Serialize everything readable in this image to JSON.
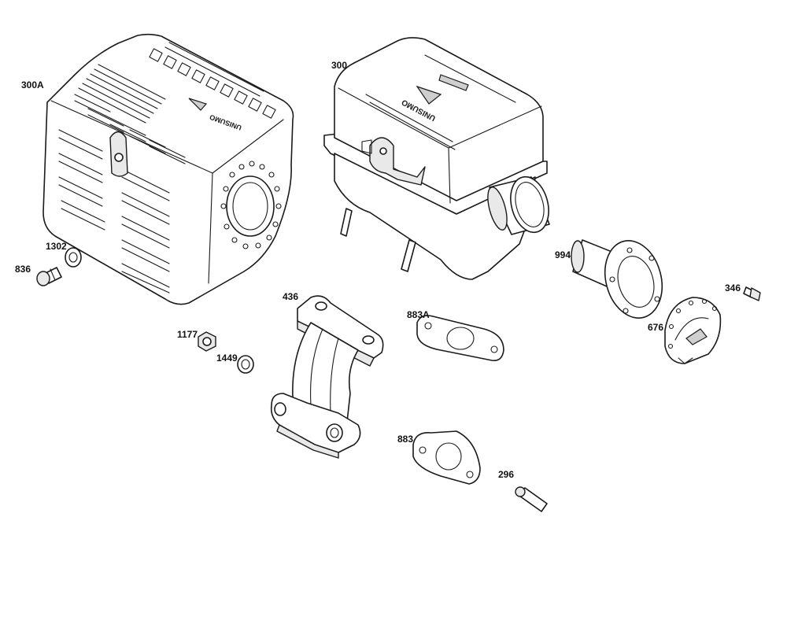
{
  "callouts": {
    "c300A": "300A",
    "c300": "300",
    "c1302": "1302",
    "c836": "836",
    "c436": "436",
    "c883A": "883A",
    "c994": "994",
    "c346": "346",
    "c676": "676",
    "c1177": "1177",
    "c1449": "1449",
    "c883": "883",
    "c296": "296"
  },
  "logo_text": "UNISUMO",
  "colors": {
    "line": "#1a1a1a",
    "fill": "#ffffff",
    "shade": "#e9e9e9"
  }
}
